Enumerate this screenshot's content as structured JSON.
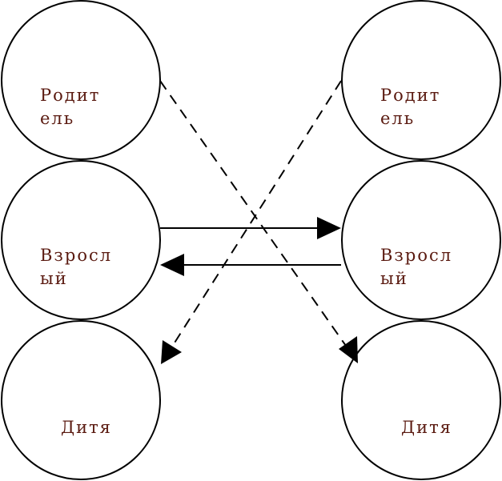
{
  "diagram": {
    "colors": {
      "label": "#5a1a10",
      "stroke": "#000000",
      "background": "#ffffff"
    },
    "left": {
      "parent": {
        "line1": "Родит",
        "line2": "ель"
      },
      "adult": {
        "line1": "Взросл",
        "line2": "ый"
      },
      "child": {
        "line1": "Дитя"
      }
    },
    "right": {
      "parent": {
        "line1": "Родит",
        "line2": "ель"
      },
      "adult": {
        "line1": "Взросл",
        "line2": "ый"
      },
      "child": {
        "line1": "Дитя"
      }
    },
    "arrows": [
      {
        "from": "left.adult",
        "to": "right.adult",
        "style": "solid"
      },
      {
        "from": "right.adult",
        "to": "left.adult",
        "style": "solid"
      },
      {
        "from": "left.parent",
        "to": "right.child",
        "style": "dashed"
      },
      {
        "from": "right.parent",
        "to": "left.child",
        "style": "dashed"
      }
    ]
  }
}
